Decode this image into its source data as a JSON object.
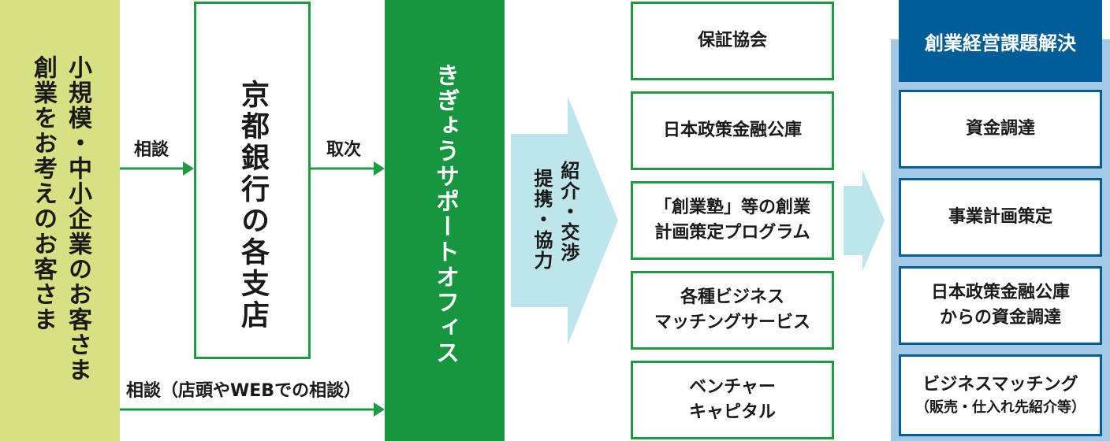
{
  "customer": {
    "line1": "小規模・中小企業のお客さま",
    "line2": "創業をお考えのお客さま"
  },
  "branch": {
    "label": "京都銀行の各支店"
  },
  "arrows": {
    "consult": "相談",
    "forward": "取次",
    "consult_web": "相談（店頭やWEBでの相談）"
  },
  "office": {
    "label": "きぎょうサポートオフィス"
  },
  "big_arrow": {
    "line1": "紹介・交渉",
    "line2": "提携・協力"
  },
  "services": [
    {
      "line1": "保証協会",
      "line2": ""
    },
    {
      "line1": "日本政策金融公庫",
      "line2": ""
    },
    {
      "line1": "「創業塾」等の創業",
      "line2": "計画策定プログラム"
    },
    {
      "line1": "各種ビジネス",
      "line2": "マッチングサービス"
    },
    {
      "line1": "ベンチャー",
      "line2": "キャピタル"
    }
  ],
  "results": {
    "header": "創業経営課題解決",
    "items": [
      {
        "line1": "資金調達",
        "line2": ""
      },
      {
        "line1": "事業計画策定",
        "line2": ""
      },
      {
        "line1": "日本政策金融公庫",
        "line2": "からの資金調達"
      },
      {
        "line1": "ビジネスマッチング",
        "line2": "（販売・仕入れ先紹介等）"
      }
    ]
  },
  "colors": {
    "customer_bg": "#d8e182",
    "green": "#15963f",
    "border_green": "#1e9a43",
    "arrow_light": "#bde5ea",
    "navy": "#005d98",
    "light_blue": "#a5c8e6"
  }
}
